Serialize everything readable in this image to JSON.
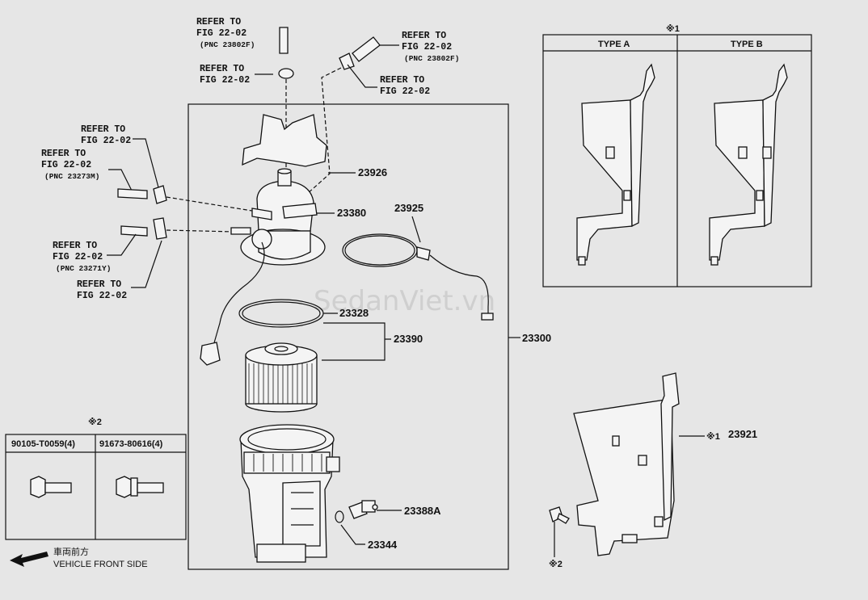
{
  "refs": {
    "top_center": [
      "REFER TO",
      "FIG 22-02",
      "(PNC 23802F)"
    ],
    "top_clip": [
      "REFER TO",
      "FIG 22-02"
    ],
    "top_right": [
      "REFER TO",
      "FIG 22-02",
      "(PNC 23802F)"
    ],
    "right_clip": [
      "REFER TO",
      "FIG 22-02"
    ],
    "left_clip_upper": [
      "REFER TO",
      "FIG 22-02"
    ],
    "left_hose_upper": [
      "REFER TO",
      "FIG 22-02",
      "(PNC 23273M)"
    ],
    "left_hose_lower": [
      "REFER TO",
      "FIG 22-02",
      "(PNC 23271Y)"
    ],
    "left_clip_lower": [
      "REFER TO",
      "FIG 22-02"
    ]
  },
  "parts": {
    "p23926": "23926",
    "p23380": "23380",
    "p23925": "23925",
    "p23328": "23328",
    "p23390": "23390",
    "p23300": "23300",
    "p23388A": "23388A",
    "p23344": "23344",
    "p23921": "23921"
  },
  "marks": {
    "note1": "※1",
    "note2": "※2",
    "bracket_note": "※1",
    "bolt_note": "※2"
  },
  "type_table": {
    "type_a": "TYPE A",
    "type_b": "TYPE B"
  },
  "bolt_table": {
    "col1": "90105-T0059(4)",
    "col2": "91673-80616(4)"
  },
  "front": {
    "jp": "車両前方",
    "en": "VEHICLE FRONT SIDE"
  },
  "watermark": "SedanViet.vn"
}
